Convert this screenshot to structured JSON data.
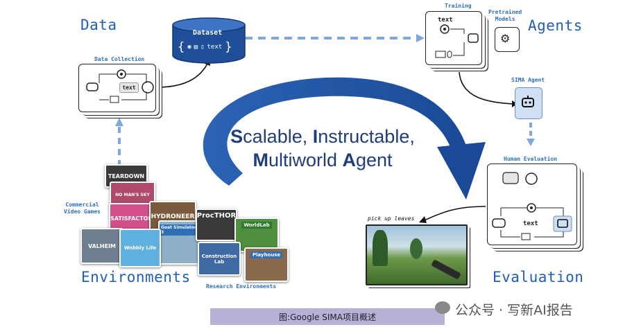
{
  "headings": {
    "data": "Data",
    "agents": "Agents",
    "environments": "Environments",
    "evaluation": "Evaluation"
  },
  "dataset": {
    "label": "Dataset",
    "text_token": "text"
  },
  "data_collection": {
    "label": "Data Collection",
    "text_token": "text"
  },
  "training": {
    "label": "Training",
    "text_token": "text"
  },
  "pretrained": {
    "label": "Pretrained\nModels"
  },
  "sima_agent": {
    "label": "SIMA Agent"
  },
  "human_evaluation": {
    "label": "Human Evaluation",
    "text_token": "text"
  },
  "center": {
    "line1_a": "S",
    "line1_b": "calable, ",
    "line1_c": "I",
    "line1_d": "nstructable,",
    "line2_a": "M",
    "line2_b": "ultiworld ",
    "line2_c": "A",
    "line2_d": "gent"
  },
  "environments": {
    "commercial_label": "Commercial\nVideo Games",
    "research_label": "Research Environments",
    "games": [
      "TEARDOWN",
      "NO MAN'S SKY",
      "SATISFACTORY",
      "HYDRONEER",
      "Goat Simulator 3",
      "VALHEIM",
      "Wobbly Life"
    ],
    "research": [
      "ProcTHOR",
      "WorldLab",
      "Construction\nLab",
      "Playhouse"
    ]
  },
  "evaluation_example": {
    "instruction": "pick up leaves"
  },
  "caption": "图:Google SIMA项目概述",
  "watermark": "公众号 · 写新AI报告",
  "colors": {
    "accent": "#1f5fb8",
    "arrow_blue": "#1f5fb8",
    "node_fill": "#cfe0f5",
    "caption_bg": "#b7b0d9"
  }
}
